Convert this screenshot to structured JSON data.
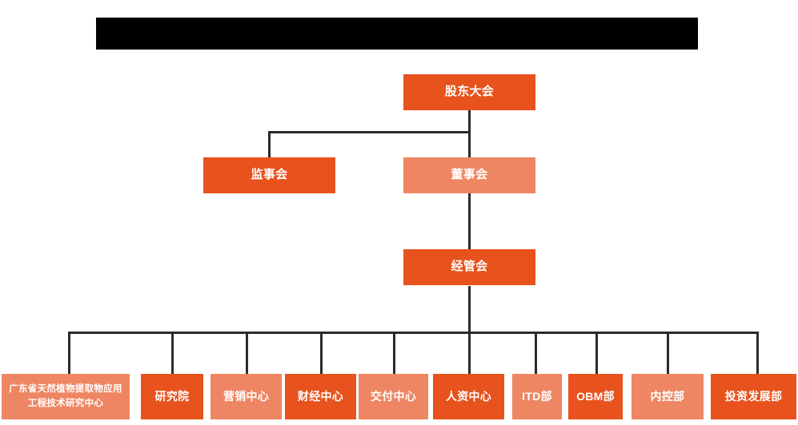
{
  "page": {
    "title_banner": {
      "name": "redacted-title-banner",
      "text": ""
    },
    "background_color": "#ffffff",
    "line_color": "#2b2b2b"
  },
  "palette": {
    "dark_orange": "#E8521D",
    "light_orange": "#EE8663",
    "text_color": "#ffffff"
  },
  "org_chart": {
    "type": "diagram",
    "levels": [
      {
        "level": 1,
        "nodes": [
          {
            "id": "shareholders",
            "label": "股东大会",
            "tone": "dark"
          }
        ]
      },
      {
        "level": 2,
        "nodes": [
          {
            "id": "supervisors",
            "label": "监事会",
            "tone": "dark"
          },
          {
            "id": "board",
            "label": "董事会",
            "tone": "light"
          }
        ]
      },
      {
        "level": 3,
        "nodes": [
          {
            "id": "management",
            "label": "经管会",
            "tone": "dark"
          }
        ]
      },
      {
        "level": 4,
        "nodes": [
          {
            "id": "research-center",
            "label": "广东省天然植物提取物应用工程技术研究中心",
            "tone": "light"
          },
          {
            "id": "institute",
            "label": "研究院",
            "tone": "dark"
          },
          {
            "id": "marketing-center",
            "label": "营销中心",
            "tone": "light"
          },
          {
            "id": "finance-center",
            "label": "财经中心",
            "tone": "dark"
          },
          {
            "id": "delivery-center",
            "label": "交付中心",
            "tone": "light"
          },
          {
            "id": "hr-center",
            "label": "人资中心",
            "tone": "dark"
          },
          {
            "id": "itd-dept",
            "label": "ITD部",
            "tone": "light"
          },
          {
            "id": "obm-dept",
            "label": "OBM部",
            "tone": "dark"
          },
          {
            "id": "internal-control-dept",
            "label": "内控部",
            "tone": "light"
          },
          {
            "id": "investment-dev-dept",
            "label": "投资发展部",
            "tone": "dark"
          }
        ]
      }
    ],
    "edges": [
      {
        "from": "shareholders",
        "to": "supervisors"
      },
      {
        "from": "shareholders",
        "to": "board"
      },
      {
        "from": "board",
        "to": "management"
      },
      {
        "from": "management",
        "to": "research-center"
      },
      {
        "from": "management",
        "to": "institute"
      },
      {
        "from": "management",
        "to": "marketing-center"
      },
      {
        "from": "management",
        "to": "finance-center"
      },
      {
        "from": "management",
        "to": "delivery-center"
      },
      {
        "from": "management",
        "to": "hr-center"
      },
      {
        "from": "management",
        "to": "itd-dept"
      },
      {
        "from": "management",
        "to": "obm-dept"
      },
      {
        "from": "management",
        "to": "internal-control-dept"
      },
      {
        "from": "management",
        "to": "investment-dev-dept"
      }
    ]
  }
}
